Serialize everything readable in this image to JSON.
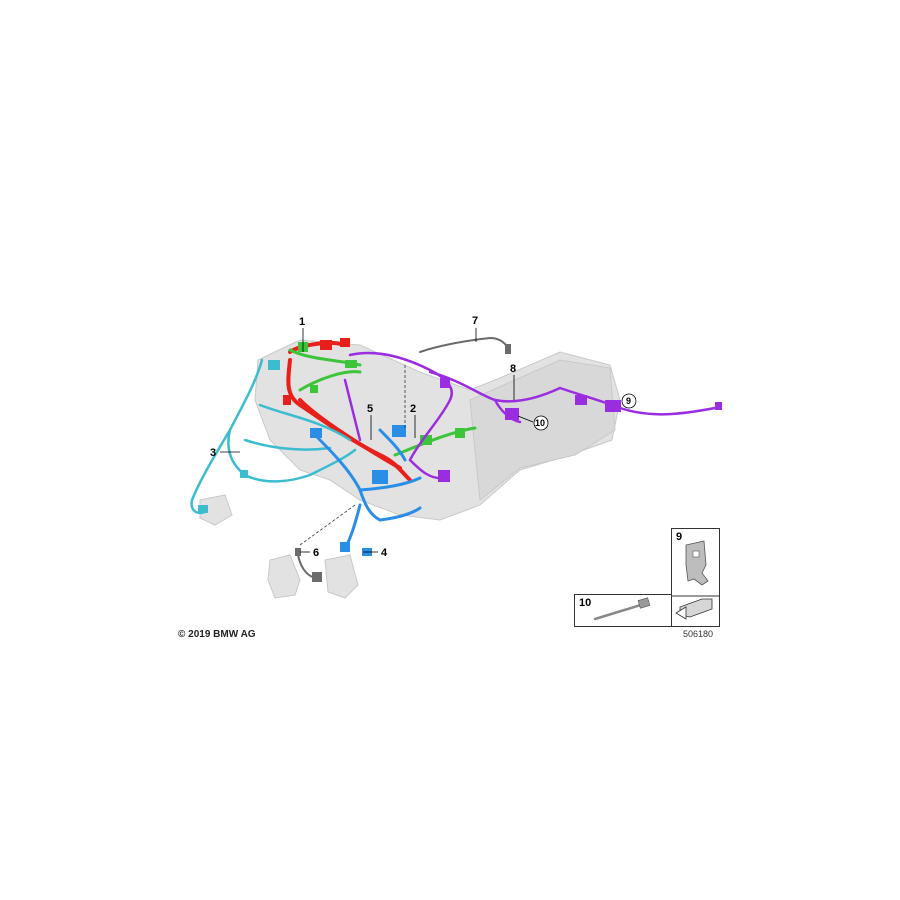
{
  "callouts": {
    "c1": "1",
    "c2": "2",
    "c3": "3",
    "c4": "4",
    "c5": "5",
    "c6": "6",
    "c7": "7",
    "c8": "8",
    "c9": "9",
    "c10": "10"
  },
  "insets": {
    "inset9_label": "9",
    "inset10_label": "10"
  },
  "footer": {
    "copyright": "© 2019 BMW AG",
    "reference": "506180"
  },
  "colors": {
    "engine_grey": "#d4d4d4",
    "harness_red": "#e8201c",
    "harness_green": "#3ec43a",
    "harness_cyan": "#3bbccf",
    "harness_blue": "#2b8ee6",
    "harness_purple": "#9b2de0",
    "cable_grey": "#6b6b6b"
  },
  "icons": {
    "inset9": "mounting-bracket-icon",
    "inset10": "cable-tie-icon",
    "arrow": "direction-arrow-icon"
  }
}
